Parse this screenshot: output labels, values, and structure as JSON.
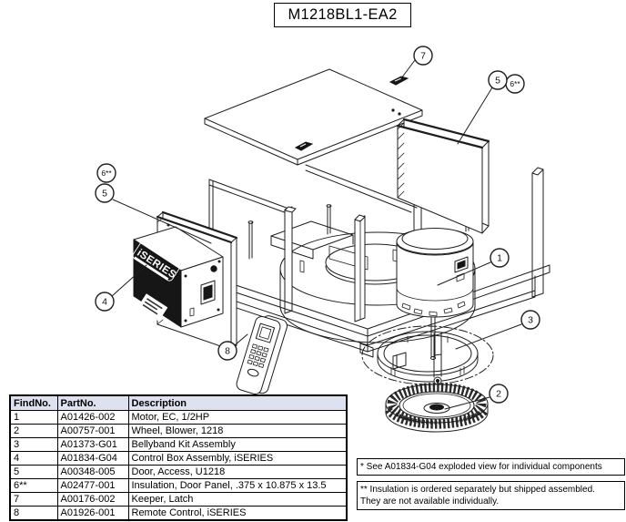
{
  "title": "M1218BL1-EA2",
  "diagram": {
    "control_box_label": "iSERIES",
    "callouts": {
      "n1": "1",
      "n2": "2",
      "n3": "3",
      "n4": "4",
      "n5": "5",
      "n6": "6**",
      "n7": "7",
      "n8": "8"
    }
  },
  "table": {
    "headers": [
      "FindNo.",
      "PartNo.",
      "Description"
    ],
    "rows": [
      [
        "1",
        "A01426-002",
        "Motor, EC, 1/2HP"
      ],
      [
        "2",
        "A00757-001",
        "Wheel, Blower, 1218"
      ],
      [
        "3",
        "A01373-G01",
        "Bellyband Kit Assembly"
      ],
      [
        "4",
        "A01834-G04",
        "Control Box Assembly, iSERIES"
      ],
      [
        "5",
        "A00348-005",
        "Door, Access, U1218"
      ],
      [
        "6**",
        "A02477-001",
        "Insulation, Door Panel, .375 x 10.875 x 13.5"
      ],
      [
        "7",
        "A00176-002",
        "Keeper, Latch"
      ],
      [
        "8",
        "A01926-001",
        "Remote Control, iSERIES"
      ]
    ]
  },
  "notes": {
    "note1": "* See A01834-G04 exploded view for individual components",
    "note2_line1": "** Insulation is ordered separately but shipped assembled.",
    "note2_line2": "They are not available individually."
  },
  "colors": {
    "table_header_bg": "#dee1ef",
    "line": "#1e1e1e",
    "control_box_face": "#161616"
  }
}
